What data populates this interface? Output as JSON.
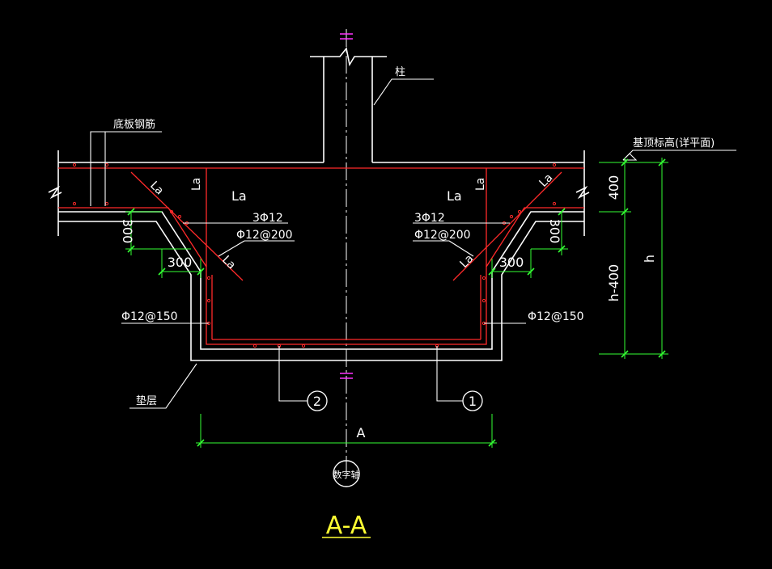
{
  "colors": {
    "background": "#000000",
    "concrete": "#ffffff",
    "rebar": "#ff2a2a",
    "dimension": "#33ff33",
    "leader": "#ffffff",
    "title": "#ffff33",
    "axis_mark": "#ff33ff"
  },
  "labels": {
    "column": "柱",
    "slab_rebar": "底板钢筋",
    "top_elevation": "基顶标高(详平面)",
    "cushion": "垫层",
    "la_left_top_diag": "La",
    "la_left_top_vert": "La",
    "la_left_horiz": "La",
    "la_left_bottom_diag": "La",
    "la_right_top_diag": "La",
    "la_right_top_vert": "La",
    "la_right_horiz": "La",
    "la_right_bottom_diag": "La",
    "rebar_left_3": "3Φ12",
    "rebar_left_stirrup": "Φ12@200",
    "rebar_right_3": "3Φ12",
    "rebar_right_stirrup": "Φ12@200",
    "rebar_left_side": "Φ12@150",
    "rebar_right_side": "Φ12@150",
    "callout_2": "2",
    "callout_1": "1",
    "axis_label": "数字轴"
  },
  "dimensions": {
    "left_vertical": "300",
    "left_horizontal": "300",
    "right_vertical": "300",
    "right_horizontal": "300",
    "slab_thickness": "400",
    "pit_depth": "h-400",
    "total_depth": "h",
    "width": "A"
  },
  "title": "A-A"
}
